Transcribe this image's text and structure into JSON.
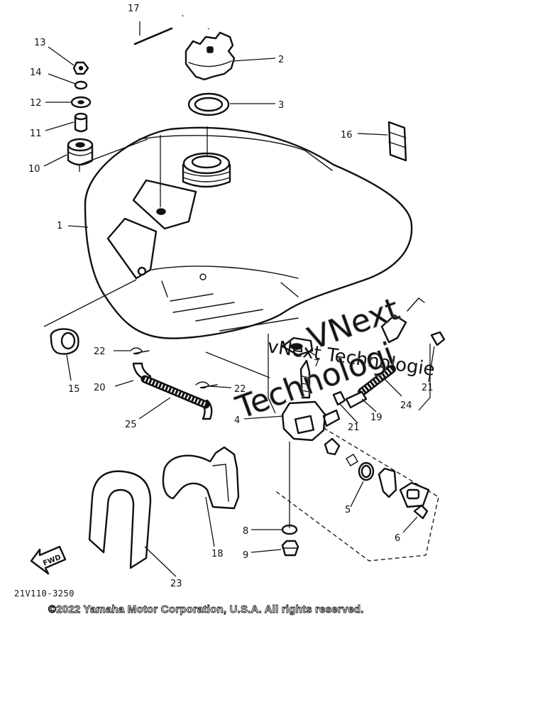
{
  "diagram": {
    "callouts": [
      "1",
      "2",
      "3",
      "4",
      "5",
      "6",
      "7",
      "8",
      "9",
      "10",
      "11",
      "12",
      "13",
      "14",
      "15",
      "16",
      "17",
      "18",
      "19",
      "20",
      "21",
      "21",
      "22",
      "22",
      "23",
      "24",
      "25"
    ],
    "fwd_label": "FWD",
    "drawing_code": "21V110-3250",
    "watermark_line1": "VNext",
    "watermark_line2": "vNext Technologie",
    "watermark_line3": "Technologi"
  },
  "footer": {
    "copyright": "©2022 Yamaha Motor Corporation, U.S.A. All rights reserved."
  }
}
